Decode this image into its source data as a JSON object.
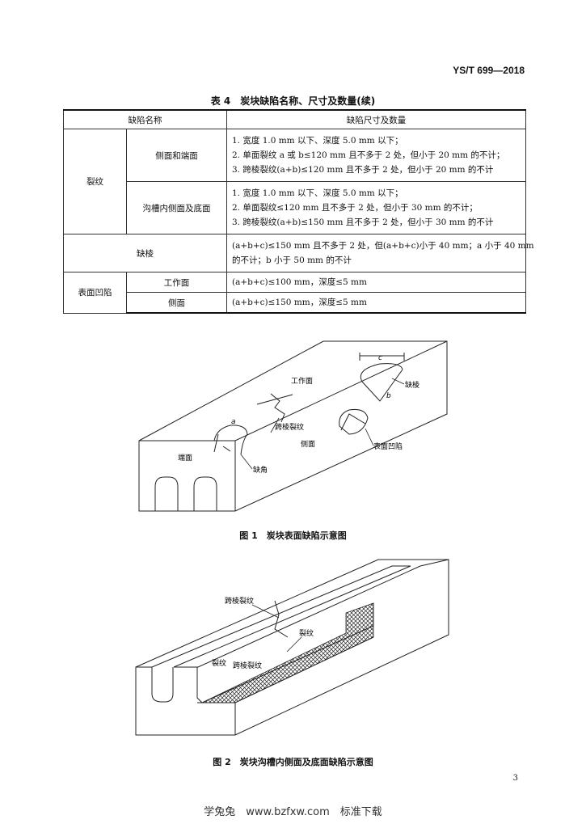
{
  "header": {
    "standard_code": "YS/T 699—2018"
  },
  "table": {
    "title": "表 4　炭块缺陷名称、尺寸及数量(续)",
    "col_defect_name": "缺陷名称",
    "col_defect_size": "缺陷尺寸及数量",
    "crack": {
      "name": "裂纹",
      "side_end": {
        "name": "侧面和端面",
        "items": [
          "1. 宽度 1.0 mm 以下、深度 5.0 mm 以下；",
          "2. 单面裂纹 a 或 b≤120 mm 且不多于 2 处，但小于 20 mm 的不计；",
          "3. 跨棱裂纹(a+b)≤120 mm 且不多于 2 处，但小于 20 mm 的不计"
        ]
      },
      "groove": {
        "name": "沟槽内侧面及底面",
        "items": [
          "1. 宽度 1.0 mm 以下、深度 5.0 mm 以下；",
          "2. 单面裂纹≤120 mm 且不多于 2 处，但小于 30 mm 的不计；",
          "3. 跨棱裂纹(a+b)≤150 mm 且不多于 2 处，但小于 30 mm 的不计"
        ]
      }
    },
    "missing_edge": {
      "name": "缺棱",
      "line1": "(a+b+c)≤150 mm 且不多于 2 处，但(a+b+c)小于 40 mm；a 小于 40 mm",
      "line2": "的不计；b 小于 50 mm 的不计"
    },
    "surface_pit": {
      "name": "表面凹陷",
      "working": {
        "name": "工作面",
        "req": "(a+b+c)≤100 mm，深度≤5 mm"
      },
      "side": {
        "name": "侧面",
        "req": "(a+b+c)≤150 mm，深度≤5 mm"
      }
    }
  },
  "figure1": {
    "caption": "图 1　炭块表面缺陷示意图",
    "labels": {
      "working_face": "工作面",
      "end_face": "端面",
      "side_face": "侧面",
      "cross_edge_crack": "跨棱裂纹",
      "missing_corner": "缺角",
      "missing_edge": "缺棱",
      "surface_pit": "表面凹陷",
      "a": "a",
      "b": "b",
      "c": "c"
    }
  },
  "figure2": {
    "caption": "图 2　炭块沟槽内侧面及底面缺陷示意图",
    "labels": {
      "cross_edge_crack_top": "跨棱裂纹",
      "crack_right": "裂纹",
      "crack_left": "裂纹",
      "cross_edge_crack_bottom": "跨棱裂纹"
    }
  },
  "page_number": "3",
  "footer": "学兔兔　www.bzfxw.com　标准下载"
}
